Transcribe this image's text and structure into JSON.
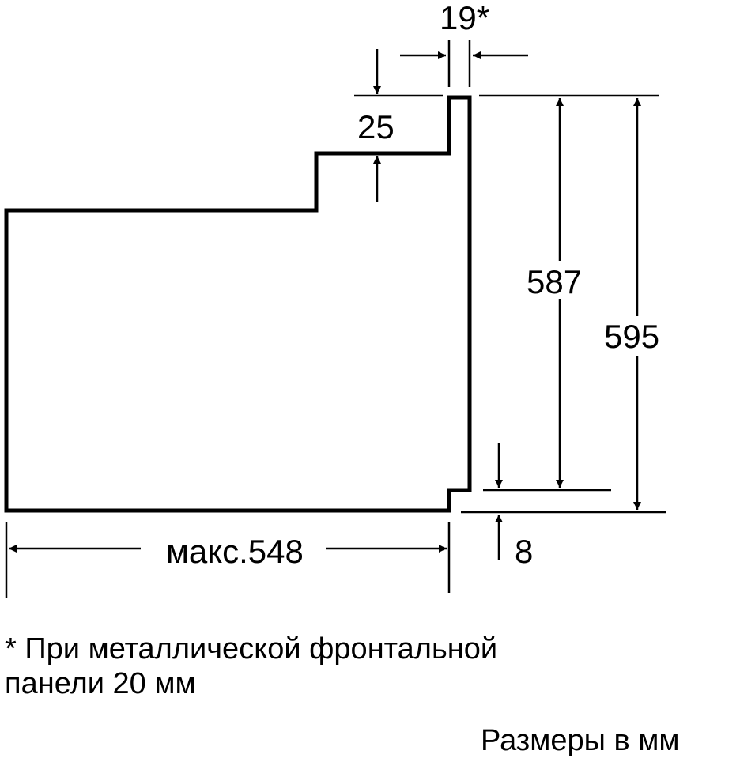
{
  "diagram": {
    "title": "Oven installation dimensions (side view)",
    "dimensions": {
      "front_panel_thickness": "19*",
      "top_step": "25",
      "inner_height": "587",
      "total_height": "595",
      "bottom_offset": "8",
      "max_depth": "макс.548"
    },
    "footnote": {
      "line1": "* При металлической фронтальной",
      "line2": "панели 20 мм"
    },
    "units_note": "Размеры в мм"
  },
  "colors": {
    "line": "#000000",
    "background": "#ffffff"
  }
}
